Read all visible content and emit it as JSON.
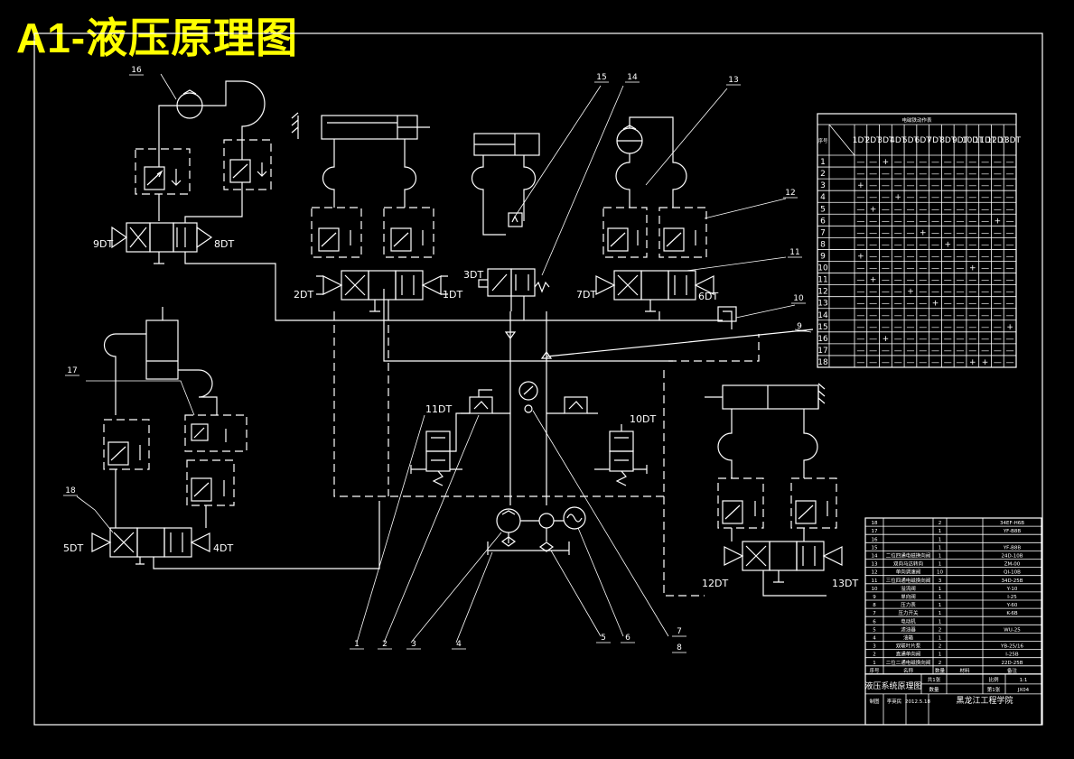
{
  "title": "A1-液压原理图",
  "part_numbers": [
    "1",
    "2",
    "3",
    "4",
    "5",
    "6",
    "7",
    "8",
    "9",
    "10",
    "11",
    "12",
    "13",
    "14",
    "15",
    "16",
    "17",
    "18"
  ],
  "solenoids": [
    "1DT",
    "2DT",
    "3DT",
    "4DT",
    "5DT",
    "6DT",
    "7DT",
    "8DT",
    "9DT",
    "10DT",
    "11DT",
    "12DT",
    "13DT"
  ],
  "action_table": {
    "title": "电磁铁动作表",
    "header": [
      "序号",
      "1DT",
      "2DT",
      "3DT",
      "4DT",
      "5DT",
      "6DT",
      "7DT",
      "8DT",
      "9DT",
      "10DT",
      "11DT",
      "12DT",
      "13DT"
    ],
    "rows": [
      [
        "1",
        "—",
        "—",
        "+",
        "—",
        "—",
        "—",
        "—",
        "—",
        "—",
        "—",
        "—",
        "—",
        "—"
      ],
      [
        "2",
        "—",
        "—",
        "—",
        "—",
        "—",
        "—",
        "—",
        "—",
        "—",
        "—",
        "—",
        "—",
        "—"
      ],
      [
        "3",
        "+",
        "—",
        "—",
        "—",
        "—",
        "—",
        "—",
        "—",
        "—",
        "—",
        "—",
        "—",
        "—"
      ],
      [
        "4",
        "—",
        "—",
        "—",
        "+",
        "—",
        "—",
        "—",
        "—",
        "—",
        "—",
        "—",
        "—",
        "—"
      ],
      [
        "5",
        "—",
        "+",
        "—",
        "—",
        "—",
        "—",
        "—",
        "—",
        "—",
        "—",
        "—",
        "—",
        "—"
      ],
      [
        "6",
        "—",
        "—",
        "—",
        "—",
        "—",
        "—",
        "—",
        "—",
        "—",
        "—",
        "—",
        "+",
        "—"
      ],
      [
        "7",
        "—",
        "—",
        "—",
        "—",
        "—",
        "+",
        "—",
        "—",
        "—",
        "—",
        "—",
        "—",
        "—"
      ],
      [
        "8",
        "—",
        "—",
        "—",
        "—",
        "—",
        "—",
        "—",
        "+",
        "—",
        "—",
        "—",
        "—",
        "—"
      ],
      [
        "9",
        "+",
        "—",
        "—",
        "—",
        "—",
        "—",
        "—",
        "—",
        "—",
        "—",
        "—",
        "—",
        "—"
      ],
      [
        "10",
        "—",
        "—",
        "—",
        "—",
        "—",
        "—",
        "—",
        "—",
        "—",
        "+",
        "—",
        "—",
        "—"
      ],
      [
        "11",
        "—",
        "+",
        "—",
        "—",
        "—",
        "—",
        "—",
        "—",
        "—",
        "—",
        "—",
        "—",
        "—"
      ],
      [
        "12",
        "—",
        "—",
        "—",
        "—",
        "+",
        "—",
        "—",
        "—",
        "—",
        "—",
        "—",
        "—",
        "—"
      ],
      [
        "13",
        "—",
        "—",
        "—",
        "—",
        "—",
        "—",
        "+",
        "—",
        "—",
        "—",
        "—",
        "—",
        "—"
      ],
      [
        "14",
        "—",
        "—",
        "—",
        "—",
        "—",
        "—",
        "—",
        "—",
        "—",
        "—",
        "—",
        "—",
        "—"
      ],
      [
        "15",
        "—",
        "—",
        "—",
        "—",
        "—",
        "—",
        "—",
        "—",
        "—",
        "—",
        "—",
        "—",
        "+"
      ],
      [
        "16",
        "—",
        "—",
        "+",
        "—",
        "—",
        "—",
        "—",
        "—",
        "—",
        "—",
        "—",
        "—",
        "—"
      ],
      [
        "17",
        "—",
        "—",
        "—",
        "—",
        "—",
        "—",
        "—",
        "—",
        "—",
        "—",
        "—",
        "—",
        "—"
      ],
      [
        "18",
        "—",
        "—",
        "—",
        "—",
        "—",
        "—",
        "—",
        "—",
        "—",
        "+",
        "+",
        "—",
        "—"
      ]
    ]
  },
  "parts_list": [
    [
      "18",
      "",
      "2",
      "34EF-H6B"
    ],
    [
      "17",
      "",
      "1",
      "YF-B8B"
    ],
    [
      "16",
      "",
      "1",
      ""
    ],
    [
      "15",
      "",
      "1",
      "YF-B8B"
    ],
    [
      "14",
      "二位四通电磁换向阀",
      "1",
      "24D-10B"
    ],
    [
      "13",
      "双向马达转向",
      "1",
      "ZM-00"
    ],
    [
      "12",
      "单向调速阀",
      "10",
      "QI-10B"
    ],
    [
      "11",
      "三位四通电磁换向阀",
      "3",
      "34D-25B"
    ],
    [
      "10",
      "溢流阀",
      "1",
      "Y-10"
    ],
    [
      "9",
      "单向阀",
      "1",
      "I-25"
    ],
    [
      "8",
      "压力表",
      "1",
      "Y-60"
    ],
    [
      "7",
      "压力开关",
      "1",
      "K-6B"
    ],
    [
      "6",
      "电动机",
      "1",
      ""
    ],
    [
      "5",
      "滤油器",
      "2",
      "WU-25"
    ],
    [
      "4",
      "油箱",
      "1",
      ""
    ],
    [
      "3",
      "双联叶片泵",
      "2",
      "YB-25/16"
    ],
    [
      "2",
      "直通单向阀",
      "1",
      "I-25B"
    ],
    [
      "1",
      "二位二通电磁换向阀",
      "2",
      "22D-25B"
    ]
  ],
  "parts_footer": [
    "序号",
    "名称",
    "数量",
    "材料",
    "备注"
  ],
  "title_block": {
    "drawing_name": "液压系统原理图",
    "ratio_label": "比例",
    "ratio": "1:1",
    "sheet_label": "共1张",
    "sheet": "第1张",
    "qty_label": "数量",
    "code": "JX04",
    "drawn_label": "制图",
    "drawer": "李英民",
    "date": "2012.5.18",
    "school": "黑龙江工程学院"
  }
}
